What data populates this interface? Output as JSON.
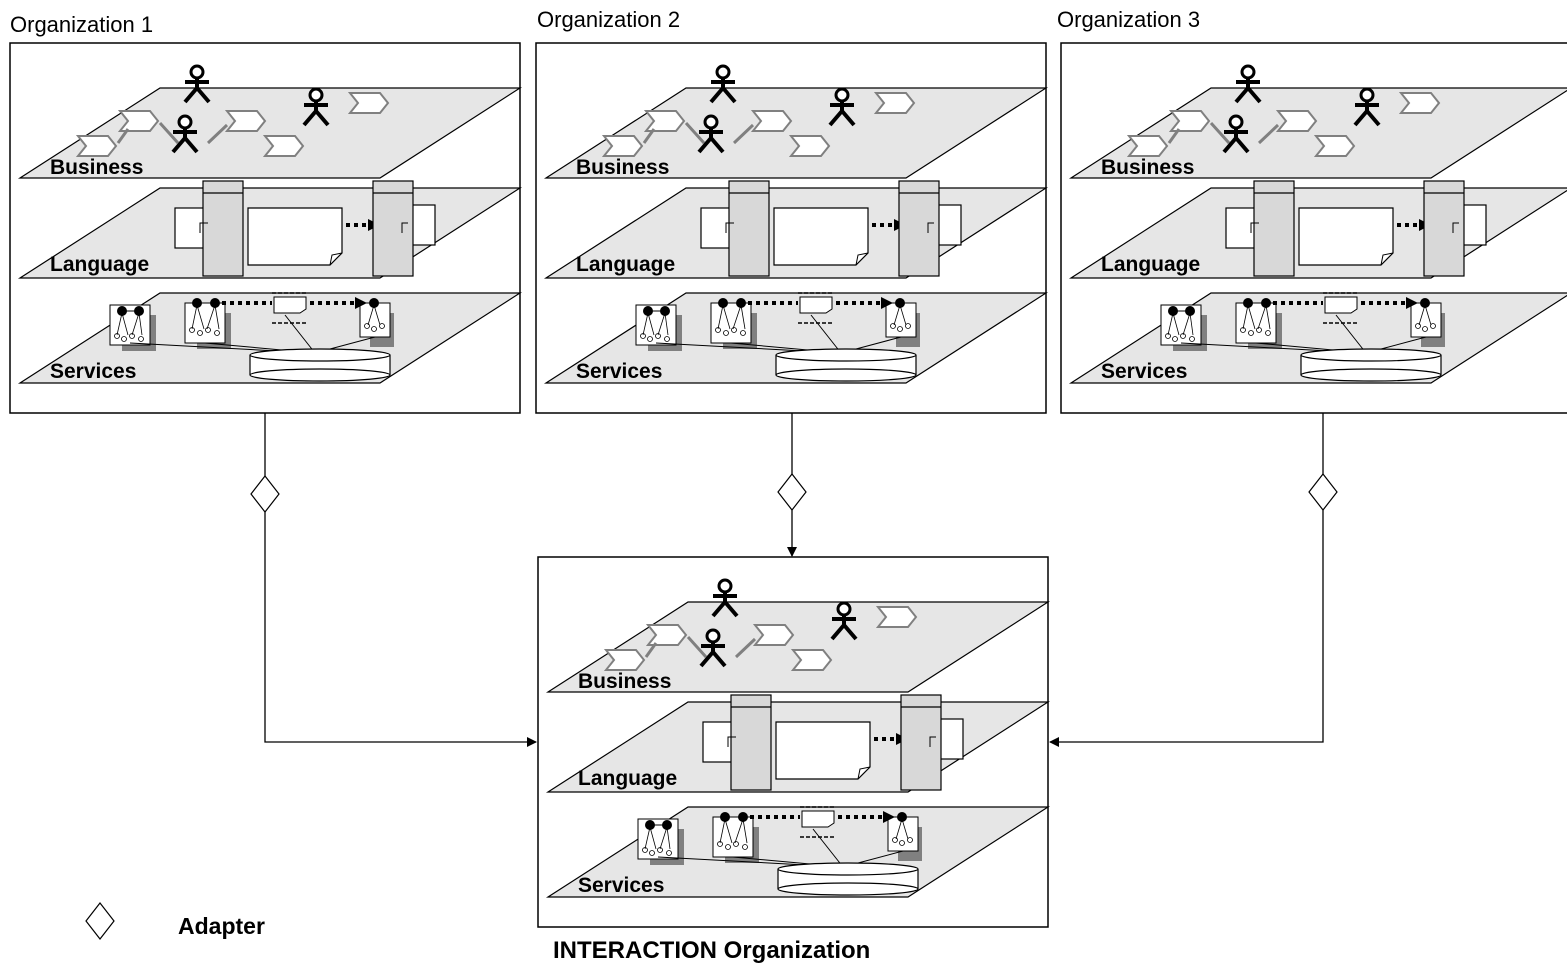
{
  "organizations": [
    {
      "title": "Organization 1",
      "layers": [
        "Business",
        "Language",
        "Services"
      ]
    },
    {
      "title": "Organization 2",
      "layers": [
        "Business",
        "Language",
        "Services"
      ]
    },
    {
      "title": "Organization 3",
      "layers": [
        "Business",
        "Language",
        "Services"
      ]
    }
  ],
  "interaction": {
    "title": "INTERACTION Organization",
    "layers": [
      "Business",
      "Language",
      "Services"
    ]
  },
  "legend": {
    "adapter_label": "Adapter",
    "adapter_icon": "diamond-icon"
  },
  "colors": {
    "plane_fill": "#e6e6e6",
    "server_fill": "#d8d8d8",
    "shadow": "#808080"
  }
}
